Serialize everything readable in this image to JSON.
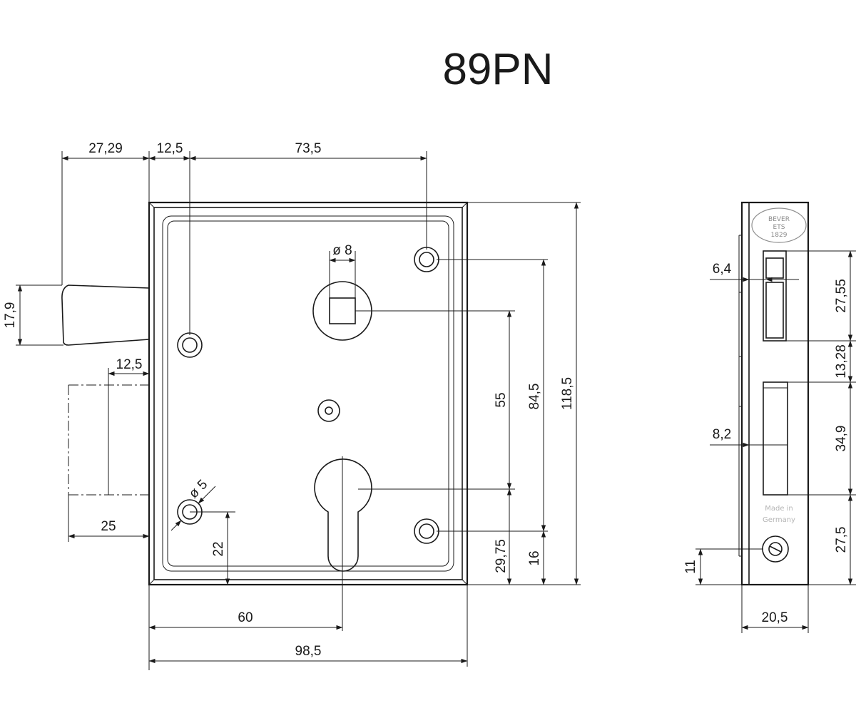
{
  "title": "89PN",
  "front_view": {
    "dims": {
      "bolt_offset": "27,29",
      "edge_to_hole": "12,5",
      "hole_spacing": "73,5",
      "bolt_height": "17,9",
      "hub_diameter": "ø 8",
      "cylinder_to_hub": "55",
      "hole_to_hole_v": "84,5",
      "case_height": "118,5",
      "hole_diameter": "ø 5",
      "cylinder_from_bottom": "29,75",
      "hole_from_bottom": "16",
      "hole_from_left": "22",
      "backset": "60",
      "case_width": "98,5",
      "latch_offset": "12,5",
      "latch_depth": "25"
    }
  },
  "side_view": {
    "logo": {
      "line1": "BEVER",
      "line2": "ETS",
      "line3": "1829"
    },
    "stamp": {
      "line1": "Made in",
      "line2": "Germany"
    },
    "dims": {
      "bolt_depth": "6,4",
      "bolt_height": "27,55",
      "gap": "13,28",
      "latch_depth": "8,2",
      "latch_height": "34,9",
      "bottom_offset": "27,5",
      "screw_height": "11",
      "case_thickness": "20,5"
    }
  }
}
